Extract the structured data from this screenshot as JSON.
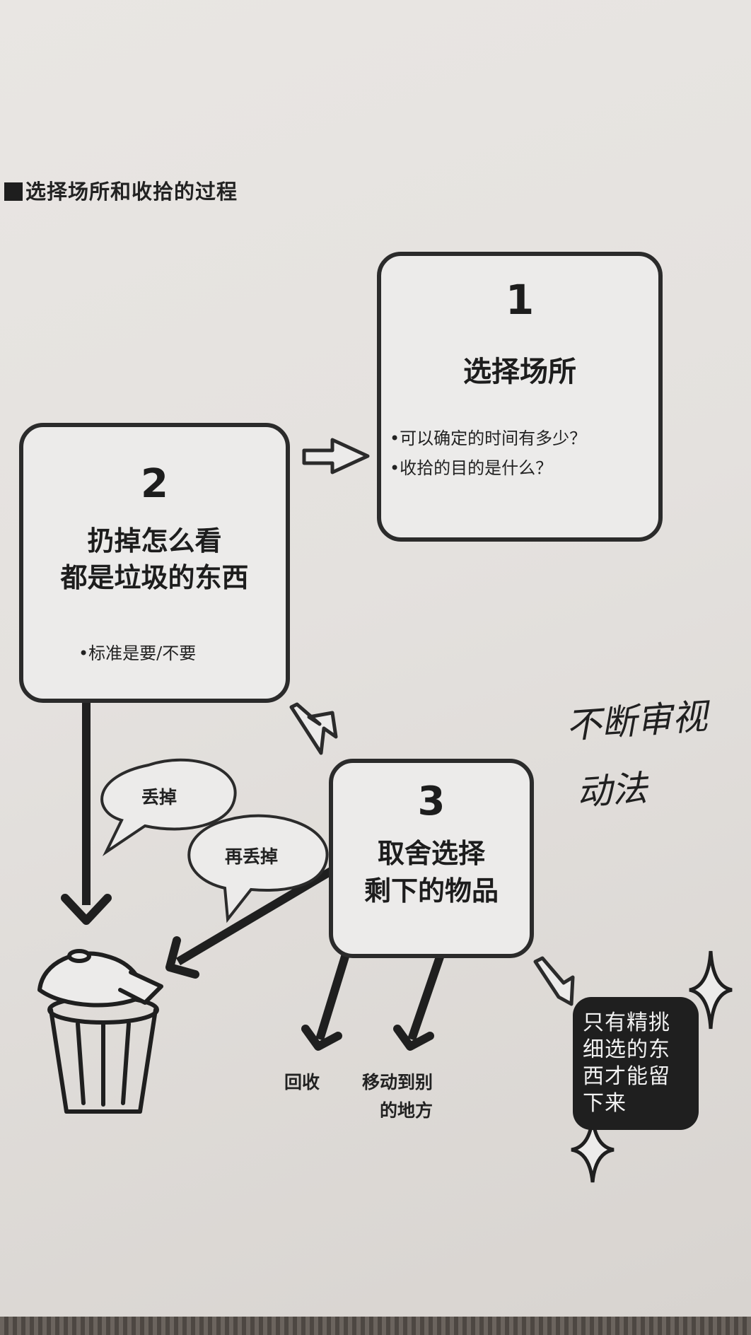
{
  "heading": "选择场所和收拾的过程",
  "steps": [
    {
      "number": "1",
      "title_lines": [
        "选择场所"
      ],
      "bullets": [
        "•可以确定的时间有多少？",
        "•收拾的目的是什么？"
      ]
    },
    {
      "number": "2",
      "title_lines": [
        "扔掉怎么看",
        "都是垃圾的东西"
      ],
      "bullets": [
        "•标准是要/不要"
      ]
    },
    {
      "number": "3",
      "title_lines": [
        "取舍选择",
        "剩下的物品"
      ],
      "bullets": []
    }
  ],
  "bubbles": [
    "丢掉",
    "再丢掉"
  ],
  "destinations": {
    "recycle": "回收",
    "move": [
      "移动到别",
      "的地方"
    ]
  },
  "result_note": [
    "只有精挑",
    "细选的东",
    "西才能留",
    "下来"
  ],
  "handwriting": [
    "不断审视",
    "动法"
  ]
}
